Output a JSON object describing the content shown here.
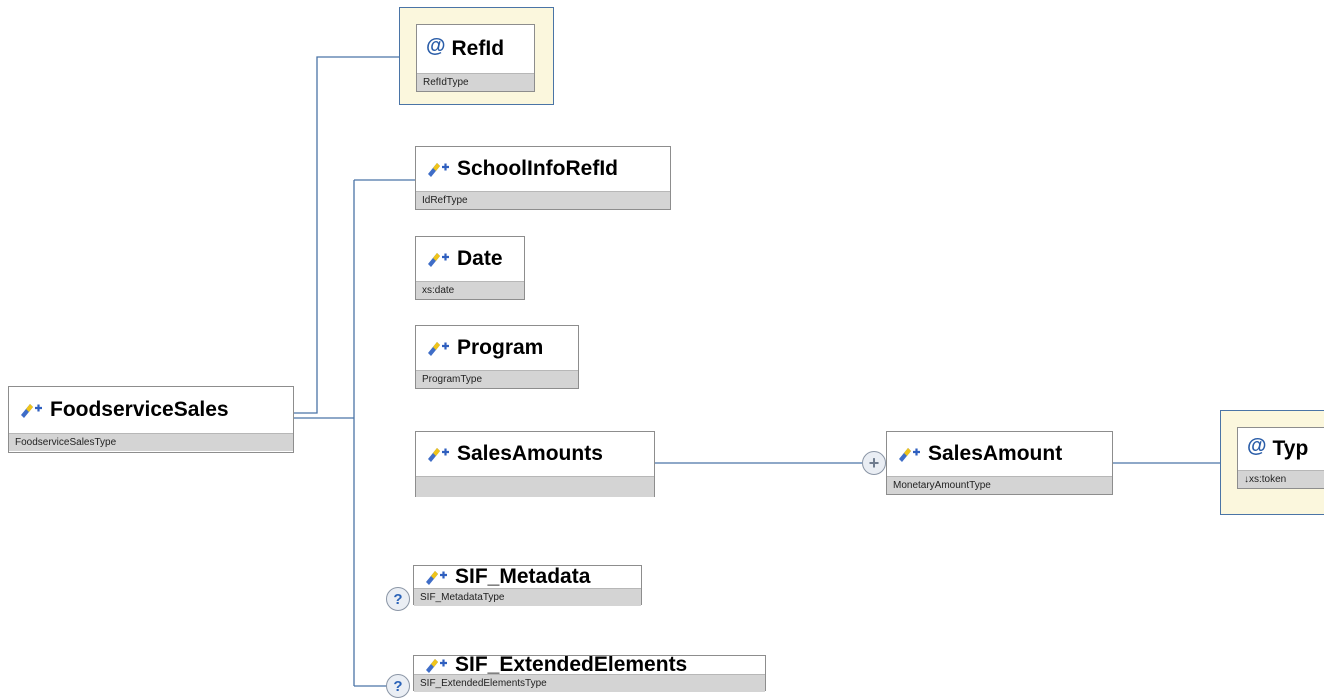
{
  "root": {
    "name": "FoodserviceSales",
    "type": "FoodserviceSalesType"
  },
  "attribute": {
    "name": "RefId",
    "type": "RefIdType"
  },
  "children": [
    {
      "name": "SchoolInfoRefId",
      "type": "IdRefType"
    },
    {
      "name": "Date",
      "type": "xs:date"
    },
    {
      "name": "Program",
      "type": "ProgramType"
    },
    {
      "name": "SalesAmounts",
      "type": ""
    },
    {
      "name": "SIF_Metadata",
      "type": "SIF_MetadataType",
      "optional": true
    },
    {
      "name": "SIF_ExtendedElements",
      "type": "SIF_ExtendedElementsType",
      "optional": true
    }
  ],
  "sales_amount": {
    "name": "SalesAmount",
    "type": "MonetaryAmountType"
  },
  "type_attribute": {
    "name": "Typ",
    "type": "↓xs:token"
  },
  "badges": {
    "optional_symbol": "?",
    "expand_symbol": "+",
    "attribute_symbol": "@"
  },
  "colors": {
    "connector": "#4a74a6",
    "attribute_fill": "#fbf7dd",
    "type_strip": "#d4d4d4"
  }
}
